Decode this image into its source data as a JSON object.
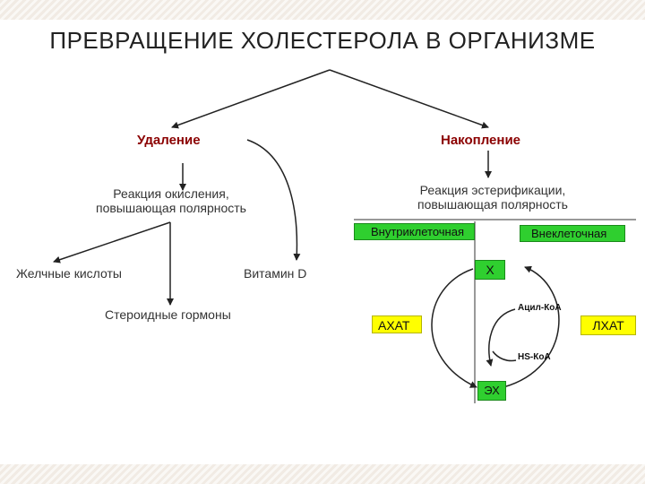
{
  "title": "ПРЕВРАЩЕНИЕ ХОЛЕСТЕРОЛА В ОРГАНИЗМЕ",
  "branches": {
    "removal": "Удаление",
    "accumulation": "Накопление"
  },
  "oxidation": {
    "line1": "Реакция окисления,",
    "line2": "повышающая полярность"
  },
  "esterification": {
    "line1": "Реакция эстерификации,",
    "line2": "повышающая полярность"
  },
  "products": {
    "bile_acids": "Желчные кислоты",
    "vitamin_d": "Витамин D",
    "steroid_hormones": "Стероидные гормоны"
  },
  "locations": {
    "intracellular": "Внутриклеточная",
    "extracellular": "Внеклеточная"
  },
  "cycle": {
    "x": "Х",
    "acyl_coa": "Ацил-КоА",
    "acat": "АХАТ",
    "lcat": "ЛХАТ",
    "hs_coa": "HS-КоА",
    "ex": "ЭХ"
  },
  "colors": {
    "removal_text": "#8b0000",
    "green_box": "#2fcf2f",
    "yellow_box": "#ffff00"
  }
}
